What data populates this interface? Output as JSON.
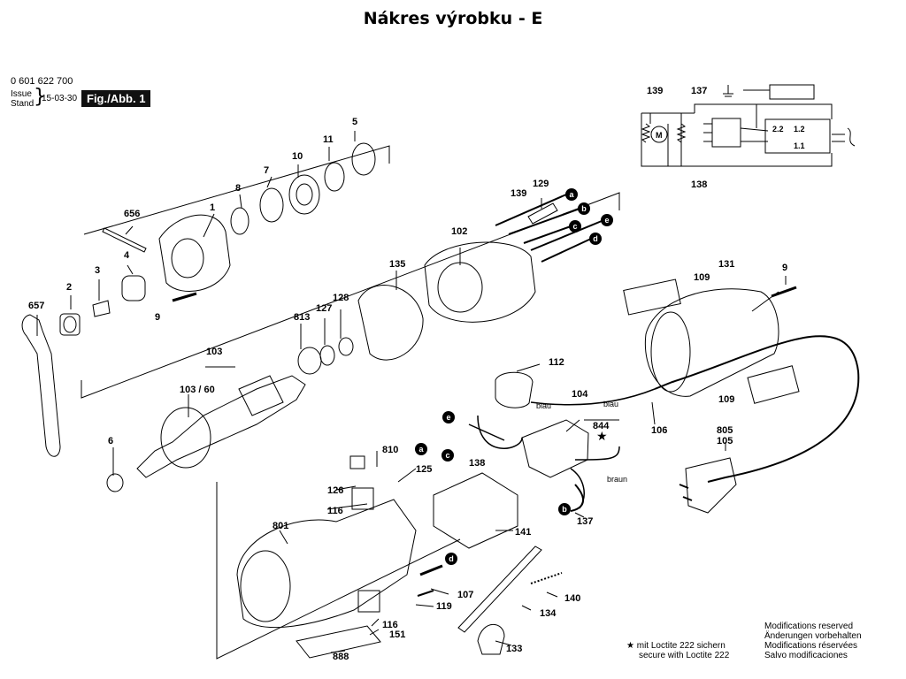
{
  "title": "Nákres výrobku - E",
  "header": {
    "part_number": "0 601 622 700",
    "issue_label_1": "Issue",
    "issue_label_2": "Stand",
    "issue_date": "15-03-30",
    "figure_tag": "Fig./Abb. 1"
  },
  "part_labels": {
    "p1": "1",
    "p2": "2",
    "p3": "3",
    "p4": "4",
    "p5": "5",
    "p6": "6",
    "p7": "7",
    "p8": "8",
    "p9a": "9",
    "p9b": "9",
    "p10": "10",
    "p11": "11",
    "p656": "656",
    "p657": "657",
    "p102": "102",
    "p103": "103",
    "p103_60": "103 / 60",
    "p104": "104",
    "p105": "105",
    "p106": "106",
    "p107": "107",
    "p109a": "109",
    "p109b": "109",
    "p112": "112",
    "p116a": "116",
    "p116b": "116",
    "p119": "119",
    "p125": "125",
    "p126": "126",
    "p127": "127",
    "p128": "128",
    "p129": "129",
    "p131": "131",
    "p133": "133",
    "p134": "134",
    "p135": "135",
    "p137a": "137",
    "p138a": "138",
    "p139a": "139",
    "p140": "140",
    "p141": "141",
    "p151": "151",
    "p801": "801",
    "p805": "805",
    "p810": "810",
    "p813": "813",
    "p844": "844",
    "p888": "888"
  },
  "schematic": {
    "label_139": "139",
    "label_137": "137",
    "label_138": "138",
    "motor": "M",
    "t22": "2.2",
    "t12": "1.2",
    "t11": "1.1"
  },
  "wire_colors": {
    "blau1": "blau",
    "blau2": "blau",
    "braun": "braun"
  },
  "connectors": {
    "a1": "a",
    "b1": "b",
    "c1": "c",
    "d1": "d",
    "e1": "e",
    "a2": "a",
    "b2": "b",
    "c2": "c",
    "d2": "d",
    "e2": "e"
  },
  "loctite_note": {
    "line1": "mit Loctite 222 sichern",
    "line2": "secure with Loctite 222"
  },
  "modifications": {
    "line1": "Modifications reserved",
    "line2": "Änderungen vorbehalten",
    "line3": "Modifications réservées",
    "line4": "Salvo modificaciones"
  },
  "colors": {
    "ink": "#000000",
    "fill_dark": "#111111",
    "paper": "#ffffff"
  }
}
